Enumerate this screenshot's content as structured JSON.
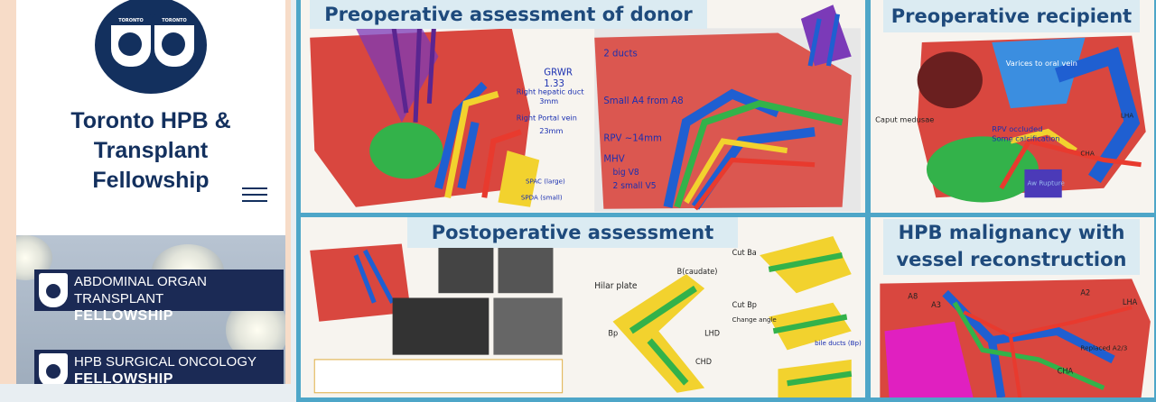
{
  "site": {
    "title_line1": "Toronto HPB & Transplant",
    "title_line2": "Fellowship",
    "logo_text_left": "TORONTO",
    "logo_text_right": "TORONTO",
    "banners": [
      {
        "top": "ABDOMINAL ORGAN TRANSPLANT",
        "bottom": "FELLOWSHIP"
      },
      {
        "top": "HPB SURGICAL ONCOLOGY",
        "bottom": "FELLOWSHIP"
      }
    ]
  },
  "cards": {
    "donor": {
      "title": "Preoperative assessment of donor",
      "notes": [
        "GRWR",
        "1.33",
        "Right hepatic duct",
        "3mm",
        "Right Portal vein",
        "23mm",
        "2 ducts",
        "Small A4 from A8",
        "RPV ~14mm",
        "MHV",
        "big V8",
        "2 small V5",
        "SPAC (large)",
        "SPDA (small)"
      ]
    },
    "recipient": {
      "title": "Preoperative recipient",
      "notes": [
        "RPV occluded",
        "Some calcification",
        "Caput medusae",
        "Varices to oral vein",
        "Aw Rupture",
        "LHA",
        "CHA"
      ]
    },
    "postop": {
      "title": "Postoperative assessment",
      "notes": [
        "Hilar plate",
        "B(caudate)",
        "Bp",
        "LHD",
        "CHD",
        "Cut Ba",
        "Cut Bp",
        "Change angle",
        "bile ducts (Bp)"
      ]
    },
    "malignancy": {
      "title_line1": "HPB malignancy with",
      "title_line2": "vessel reconstruction",
      "notes": [
        "A8",
        "A3",
        "A2",
        "CHA",
        "LHA",
        "Replaced A2/3"
      ]
    }
  },
  "colors": {
    "navy": "#13305e",
    "card_border": "#4ea6c8",
    "title_text": "#1e4a7c",
    "title_bg": "#dbebf2",
    "liver_red": "#d9473f",
    "vein_blue": "#1f5fd1",
    "portal_green": "#33b24a",
    "duct_yellow": "#f2d22e",
    "hv_purple": "#7b3ab8"
  }
}
